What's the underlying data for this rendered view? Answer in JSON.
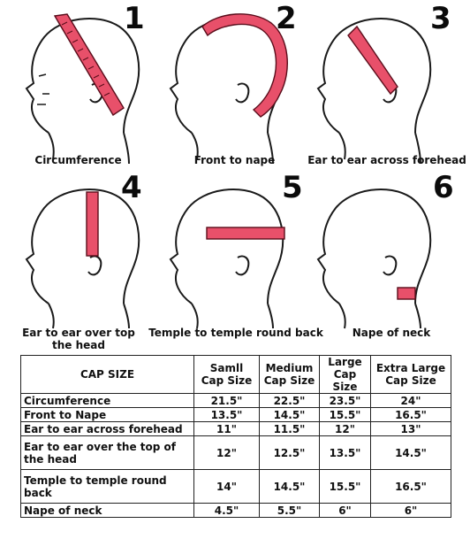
{
  "diagrams": [
    {
      "number": "1",
      "caption": "Circumference"
    },
    {
      "number": "2",
      "caption": "Front to nape"
    },
    {
      "number": "3",
      "caption": "Ear to ear across forehead"
    },
    {
      "number": "4",
      "caption": "Ear to ear over top the head"
    },
    {
      "number": "5",
      "caption": "Temple to temple round back"
    },
    {
      "number": "6",
      "caption": "Nape of neck"
    }
  ],
  "table": {
    "headers": [
      "CAP SIZE",
      "Samll Cap Size",
      "Medium Cap Size",
      "Large Cap Size",
      "Extra Large Cap Size"
    ],
    "rows": [
      {
        "label": "Circumference",
        "values": [
          "21.5\"",
          "22.5\"",
          "23.5\"",
          "24\""
        ]
      },
      {
        "label": "Front to Nape",
        "values": [
          "13.5\"",
          "14.5\"",
          "15.5\"",
          "16.5\""
        ]
      },
      {
        "label": "Ear to ear across forehead",
        "values": [
          "11\"",
          "11.5\"",
          "12\"",
          "13\""
        ]
      },
      {
        "label": "Ear to ear over the top of the head",
        "values": [
          "12\"",
          "12.5\"",
          "13.5\"",
          "14.5\""
        ]
      },
      {
        "label": "Temple to temple round back",
        "values": [
          "14\"",
          "14.5\"",
          "15.5\"",
          "16.5\""
        ]
      },
      {
        "label": "Nape of neck",
        "values": [
          "4.5\"",
          "5.5\"",
          "6\"",
          "6\""
        ]
      }
    ]
  },
  "colors": {
    "tape": "#e8506a",
    "tape_ticks": "#5a0d1b",
    "outline": "#1a1a1a"
  }
}
